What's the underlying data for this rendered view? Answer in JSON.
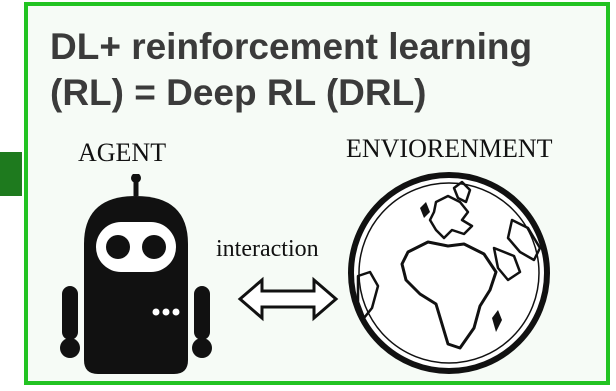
{
  "slide": {
    "title": "DL+ reinforcement learning (RL) = Deep RL (DRL)",
    "accent_color": "#22c322",
    "side_tab_color": "#1e7a1e"
  },
  "diagram": {
    "agent": {
      "label": "AGENT",
      "icon": "robot-icon"
    },
    "environment": {
      "label": "ENVIORENMENT",
      "icon": "globe-icon"
    },
    "interaction": {
      "label": "interaction",
      "icon": "double-arrow-icon"
    }
  }
}
